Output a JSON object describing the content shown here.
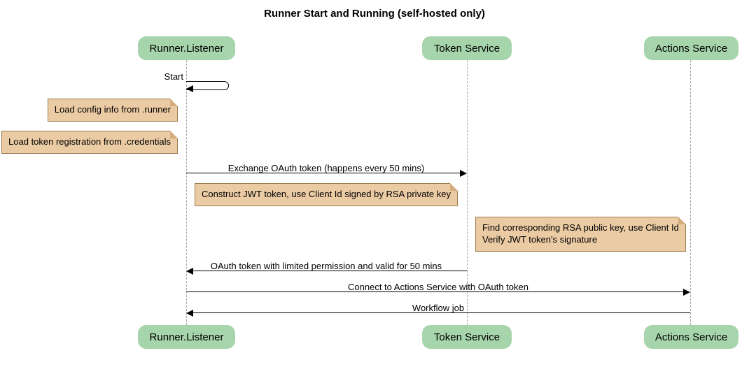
{
  "title": "Runner Start and Running (self-hosted only)",
  "participants": [
    {
      "label": "Runner.Listener"
    },
    {
      "label": "Token Service"
    },
    {
      "label": "Actions Service"
    }
  ],
  "messages": [
    {
      "label": "Start",
      "type": "self",
      "from": "Runner.Listener",
      "to": "Runner.Listener"
    },
    {
      "label": "Exchange OAuth token (happens every 50 mins)",
      "type": "solid-arrow",
      "from": "Runner.Listener",
      "to": "Token Service"
    },
    {
      "label": "OAuth token with limited permission and valid for 50 mins",
      "type": "solid-arrow",
      "from": "Token Service",
      "to": "Runner.Listener"
    },
    {
      "label": "Connect to Actions Service with OAuth token",
      "type": "solid-arrow",
      "from": "Runner.Listener",
      "to": "Actions Service"
    },
    {
      "label": "Workflow job",
      "type": "solid-arrow",
      "from": "Actions Service",
      "to": "Runner.Listener"
    }
  ],
  "notes": [
    {
      "text": "Load config info from .runner",
      "position": "left of Runner.Listener"
    },
    {
      "text": "Load token registration from .credentials",
      "position": "left of Runner.Listener"
    },
    {
      "text": "Construct JWT token, use Client Id signed by RSA private key",
      "position": "right of Runner.Listener"
    },
    {
      "text": "Find corresponding RSA public key, use Client Id\nVerify JWT token's signature",
      "position": "right of Token Service"
    }
  ],
  "colors": {
    "actor_fill": "#A6D4AB",
    "note_fill": "#EBCBA4",
    "note_border": "#9C7C52",
    "note_fold": "#D6AC7C",
    "lifeline": "#A3A3A3",
    "arrow": "#000000"
  }
}
